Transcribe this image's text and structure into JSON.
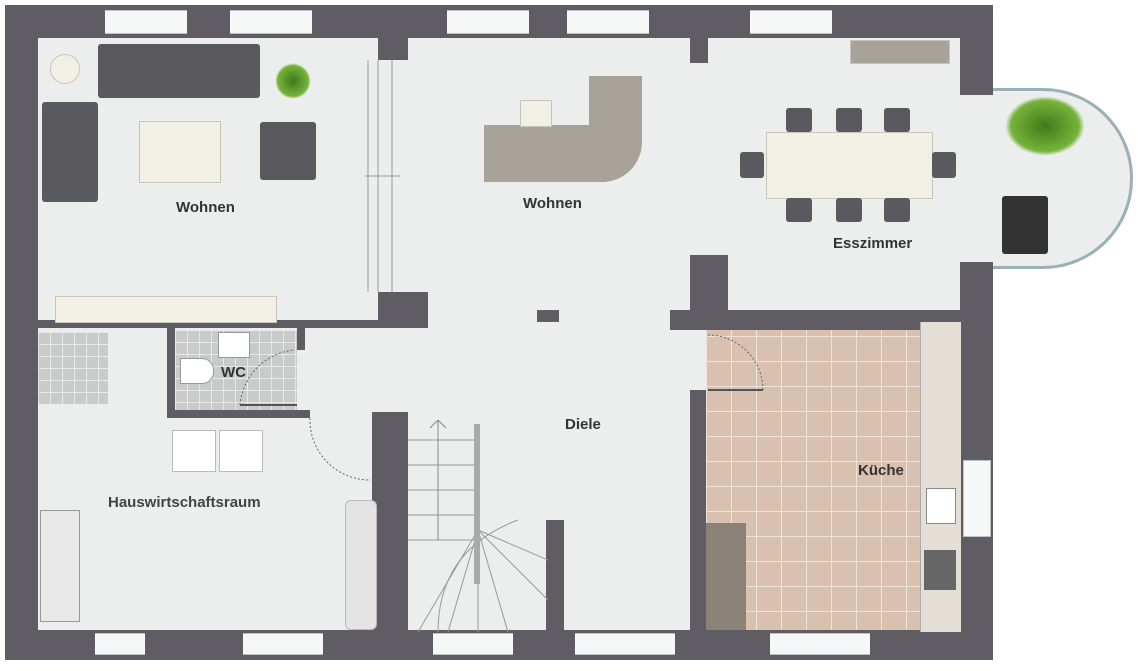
{
  "rooms": {
    "wohnen_left": "Wohnen",
    "wohnen_center": "Wohnen",
    "esszimmer": "Esszimmer",
    "wc": "WC",
    "diele": "Diele",
    "kueche": "Küche",
    "hauswirtschaftsraum": "Hauswirtschaftsraum"
  },
  "colors": {
    "wall": "#5f5d63",
    "floor": "#eceeed",
    "kitchen_tile": "#d8c2af"
  }
}
